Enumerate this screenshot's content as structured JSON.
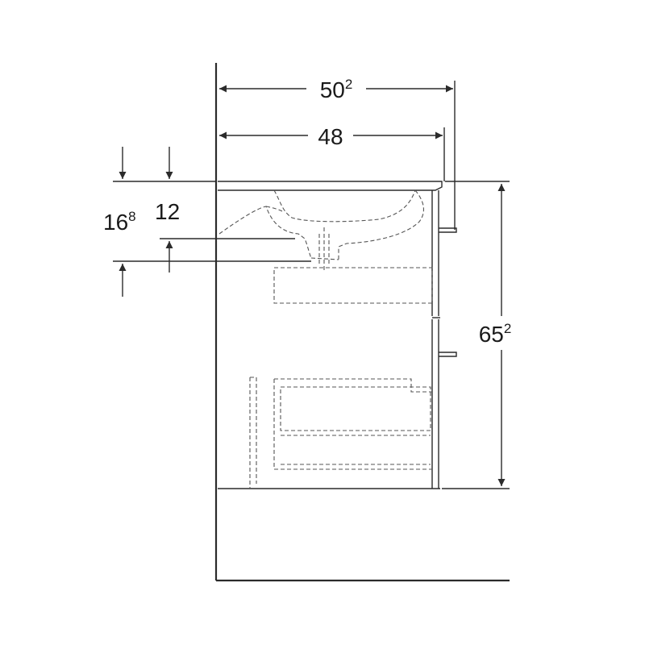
{
  "colors": {
    "line": "#2b2b2b",
    "hidden_line": "#555555",
    "background": "#ffffff"
  },
  "dimensions": {
    "overall_depth": {
      "main": "50",
      "sup": "2"
    },
    "cabinet_depth": {
      "main": "48",
      "sup": ""
    },
    "overall_height": {
      "main": "65",
      "sup": "2"
    },
    "siphon_offset_a": {
      "main": "16",
      "sup": "8"
    },
    "siphon_offset_b": {
      "main": "12",
      "sup": ""
    }
  }
}
